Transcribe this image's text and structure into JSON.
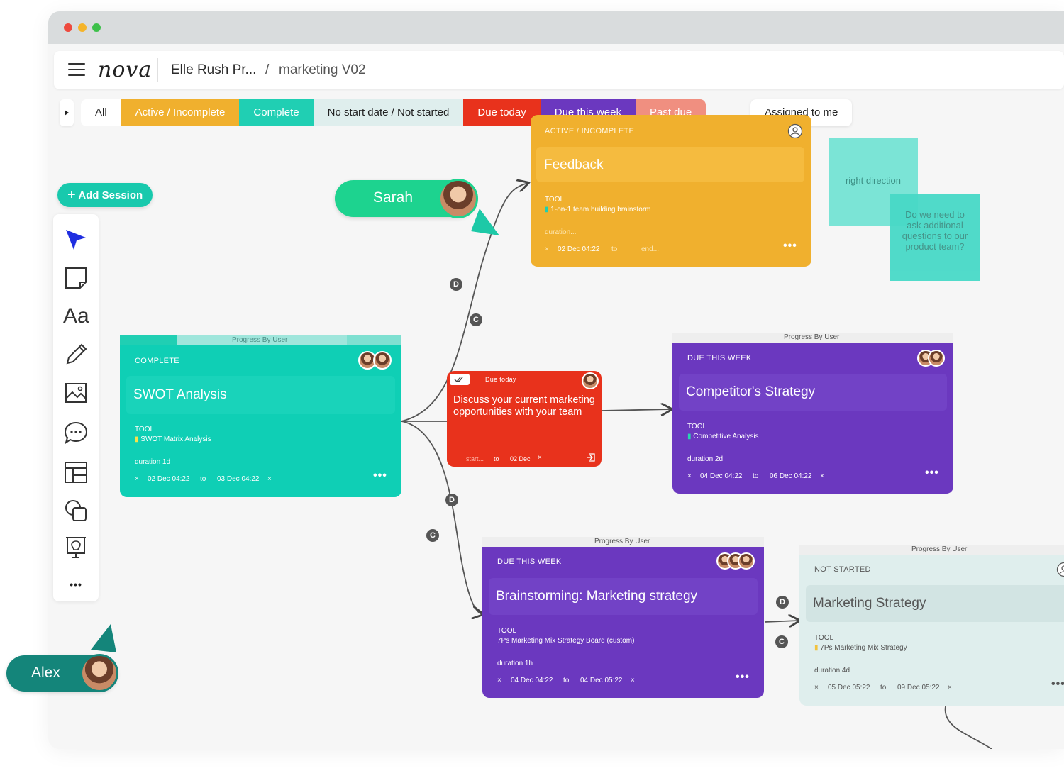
{
  "breadcrumb": {
    "project": "Elle Rush Pr...",
    "separator": "/",
    "board": "marketing V02"
  },
  "logo": "nova",
  "filters": [
    {
      "label": "All",
      "bg": "#ffffff",
      "color": "#222222"
    },
    {
      "label": "Active / Incomplete",
      "bg": "#f0b02e",
      "color": "#ffffff"
    },
    {
      "label": "Complete",
      "bg": "#20cfb3",
      "color": "#ffffff"
    },
    {
      "label": "No start date / Not started",
      "bg": "#dfeeed",
      "color": "#222222"
    },
    {
      "label": "Due today",
      "bg": "#e8321c",
      "color": "#ffffff"
    },
    {
      "label": "Due this week",
      "bg": "#6b38bf",
      "color": "#ffffff"
    },
    {
      "label": "Past due",
      "bg": "#f08f80",
      "color": "#ffffff"
    }
  ],
  "assigned": "Assigned to me",
  "add_session": "Add Session",
  "users": {
    "sarah": "Sarah",
    "alex": "Alex"
  },
  "colors": {
    "teal": "#18c9ad",
    "amber": "#f0b02e",
    "purple": "#6b38bf",
    "red": "#e8321c",
    "grey": "#dfeeed"
  },
  "cards": {
    "feedback": {
      "status": "ACTIVE / INCOMPLETE",
      "title": "Feedback",
      "tool_label": "TOOL",
      "tool": "1-on-1 team building brainstorm",
      "duration": "duration...",
      "start": "02 Dec 04:22",
      "to": "to",
      "end": "end..."
    },
    "swot": {
      "progress": "Progress By User",
      "status": "COMPLETE",
      "title": "SWOT Analysis",
      "tool_label": "TOOL",
      "tool": "SWOT Matrix Analysis",
      "duration": "duration 1d",
      "start": "02 Dec 04:22",
      "to": "to",
      "end": "03 Dec 04:22"
    },
    "discuss": {
      "status": "Due today",
      "title": "Discuss your current marketing opportunities with your team",
      "start": "start...",
      "to": "to",
      "end": "02 Dec"
    },
    "competitor": {
      "progress": "Progress By User",
      "status": "DUE THIS WEEK",
      "title": "Competitor's Strategy",
      "tool_label": "TOOL",
      "tool": "Competitive Analysis",
      "duration": "duration 2d",
      "start": "04 Dec 04:22",
      "to": "to",
      "end": "06 Dec 04:22"
    },
    "brainstorm": {
      "progress": "Progress By User",
      "status": "DUE THIS WEEK",
      "title": "Brainstorming: Marketing strategy",
      "tool_label": "TOOL",
      "tool": "7Ps Marketing Mix Strategy Board (custom)",
      "duration": "duration  1h",
      "start": "04 Dec 04:22",
      "to": "to",
      "end": "04 Dec 05:22"
    },
    "marketing": {
      "progress": "Progress By User",
      "status": "NOT STARTED",
      "title": "Marketing Strategy",
      "tool_label": "TOOL",
      "tool": "7Ps Marketing Mix Strategy",
      "duration": "duration 4d",
      "start": "05 Dec 05:22",
      "to": "to",
      "end": "09 Dec 05:22"
    }
  },
  "stickies": {
    "one": "right direction",
    "two": "Do we need to ask additional questions to our product team?"
  },
  "connectors": {
    "d": "D",
    "c": "C"
  },
  "icons": {
    "close": "×",
    "more": "•••"
  }
}
